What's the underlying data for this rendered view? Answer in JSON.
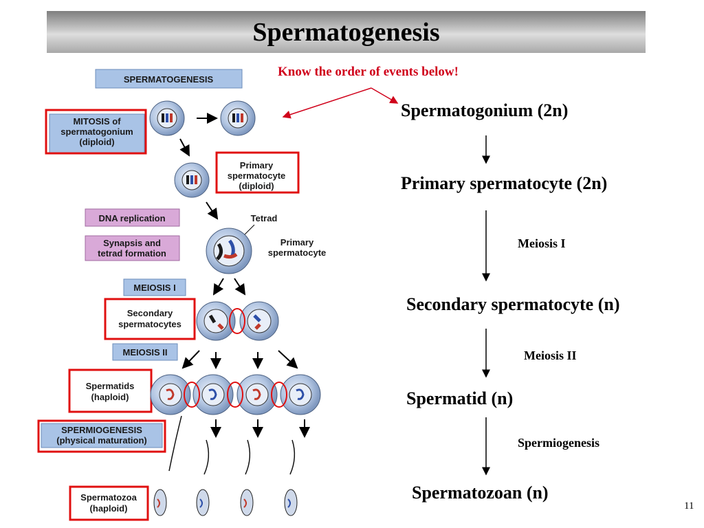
{
  "slide": {
    "title": "Spermatogenesis",
    "note": "Know the order of events below!",
    "page_number": "11"
  },
  "sequence": {
    "steps": [
      "Spermatogonium (2n)",
      "Primary spermatocyte (2n)",
      "Secondary spermatocyte (n)",
      "Spermatid (n)",
      "Spermatozoan (n)"
    ],
    "processes": [
      "Meiosis I",
      "Meiosis II",
      "Spermiogenesis"
    ]
  },
  "figure": {
    "header": "SPERMATOGENESIS",
    "mitosis": [
      "MITOSIS of",
      "spermatogonium",
      "(diploid)"
    ],
    "primary_diploid": [
      "Primary",
      "spermatocyte",
      "(diploid)"
    ],
    "dna_replication": "DNA replication",
    "synapsis": [
      "Synapsis and",
      "tetrad formation"
    ],
    "tetrad": "Tetrad",
    "primary_spermatocyte": [
      "Primary",
      "spermatocyte"
    ],
    "meiosis1": "MEIOSIS I",
    "secondary": [
      "Secondary",
      "spermatocytes"
    ],
    "meiosis2": "MEIOSIS II",
    "spermatids": [
      "Spermatids",
      "(haploid)"
    ],
    "spermiogenesis": [
      "SPERMIOGENESIS",
      "(physical maturation)"
    ],
    "spermatozoa": [
      "Spermatozoa",
      "(haploid)"
    ]
  },
  "colors": {
    "highlight_red": "#e01010",
    "note_red": "#d0021b",
    "label_blue": "#a9c3e6",
    "label_pink": "#d9a9d8",
    "cell_fill": "#9fb6d6"
  }
}
